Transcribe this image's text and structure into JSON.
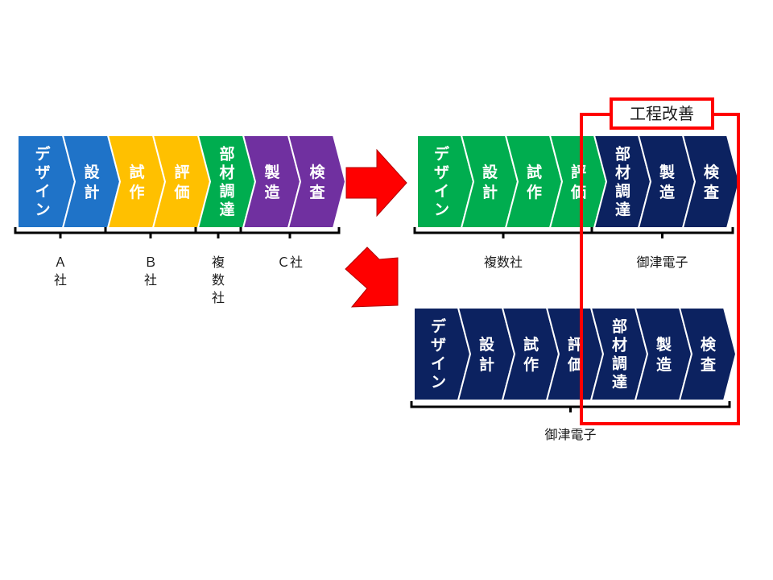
{
  "colors": {
    "blue": "#1f73c8",
    "yellow": "#ffc000",
    "green": "#00ad4f",
    "purple": "#7030a0",
    "navy": "#0c2260",
    "red": "#ff0000",
    "bracket": "#000000"
  },
  "flows": [
    {
      "id": "current",
      "steps": [
        {
          "label": "デザイン",
          "color": "blue"
        },
        {
          "label": "設計",
          "color": "blue"
        },
        {
          "label": "試作",
          "color": "yellow"
        },
        {
          "label": "評価",
          "color": "yellow"
        },
        {
          "label": "部材調達",
          "color": "green"
        },
        {
          "label": "製造",
          "color": "purple"
        },
        {
          "label": "検査",
          "color": "purple"
        }
      ],
      "groups": [
        {
          "label": "Ａ社",
          "from": 0,
          "to": 1,
          "vertical": true
        },
        {
          "label": "Ｂ社",
          "from": 2,
          "to": 3,
          "vertical": true
        },
        {
          "label": "複数社",
          "from": 4,
          "to": 4,
          "vertical": true
        },
        {
          "label": "Ｃ社",
          "from": 5,
          "to": 6,
          "vertical": false
        }
      ]
    },
    {
      "id": "option1",
      "steps": [
        {
          "label": "デザイン",
          "color": "green"
        },
        {
          "label": "設計",
          "color": "green"
        },
        {
          "label": "試作",
          "color": "green"
        },
        {
          "label": "評価",
          "color": "green"
        },
        {
          "label": "部材調達",
          "color": "navy"
        },
        {
          "label": "製造",
          "color": "navy"
        },
        {
          "label": "検査",
          "color": "navy"
        }
      ],
      "groups": [
        {
          "label": "複数社",
          "from": 0,
          "to": 3,
          "vertical": false
        },
        {
          "label": "御津電子",
          "from": 4,
          "to": 6,
          "vertical": false
        }
      ]
    },
    {
      "id": "option2",
      "steps": [
        {
          "label": "デザイン",
          "color": "navy"
        },
        {
          "label": "設計",
          "color": "navy"
        },
        {
          "label": "試作",
          "color": "navy"
        },
        {
          "label": "評価",
          "color": "navy"
        },
        {
          "label": "部材調達",
          "color": "navy"
        },
        {
          "label": "製造",
          "color": "navy"
        },
        {
          "label": "検査",
          "color": "navy"
        }
      ],
      "groups": [
        {
          "label": "御津電子",
          "from": 0,
          "to": 6,
          "vertical": false
        }
      ]
    }
  ],
  "highlight": {
    "title": "工程改善"
  }
}
